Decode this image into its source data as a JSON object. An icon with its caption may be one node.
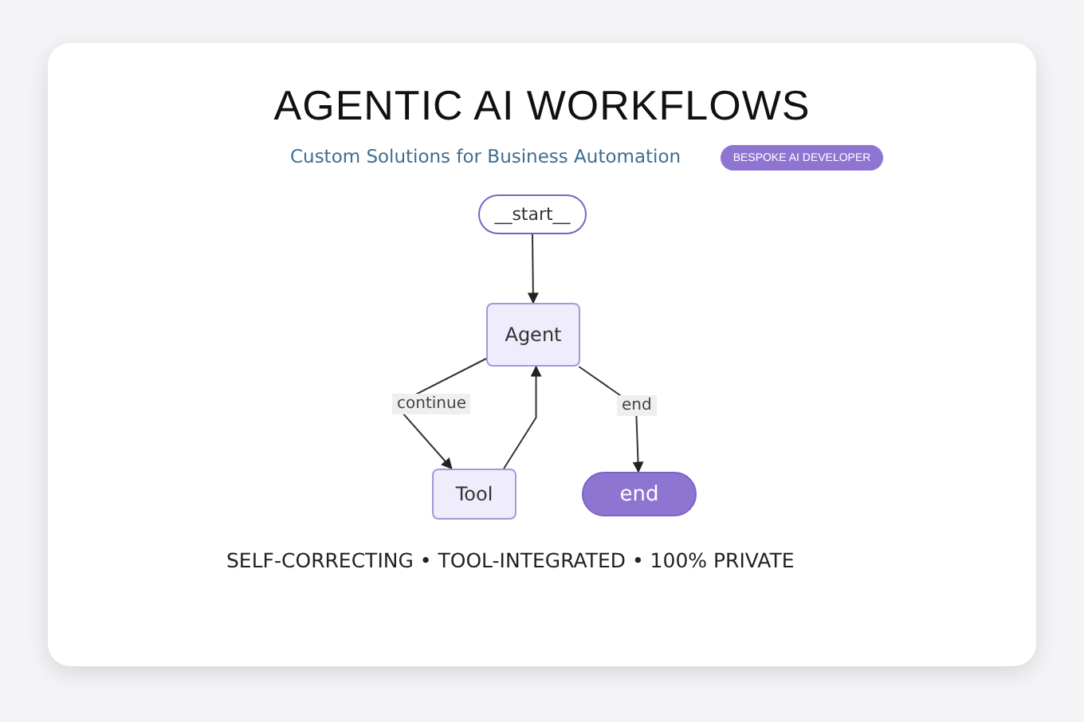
{
  "diagram": {
    "title": "AGENTIC AI WORKFLOWS",
    "nodes": [
      {
        "text": [
          "__start__"
        ]
      },
      {
        "text": [
          "Agent"
        ]
      },
      {
        "text": [
          "Tool"
        ]
      },
      {
        "text": [
          "end"
        ]
      },
      {
        "text": [
          "BESPOKE AI DEVELOPER"
        ]
      }
    ],
    "edges": [
      {
        "from": 0,
        "to": 1,
        "arrow": "to"
      },
      {
        "from": 1,
        "to": 2,
        "arrow": "to",
        "label": "continue"
      },
      {
        "from": 2,
        "to": 1,
        "arrow": "to"
      },
      {
        "from": 1,
        "to": 3,
        "arrow": "to",
        "label": "end"
      }
    ],
    "labels": [
      "Custom Solutions for Business Automation",
      "SELF-CORRECTING • TOOL-INTEGRATED • 100% PRIVATE"
    ]
  }
}
